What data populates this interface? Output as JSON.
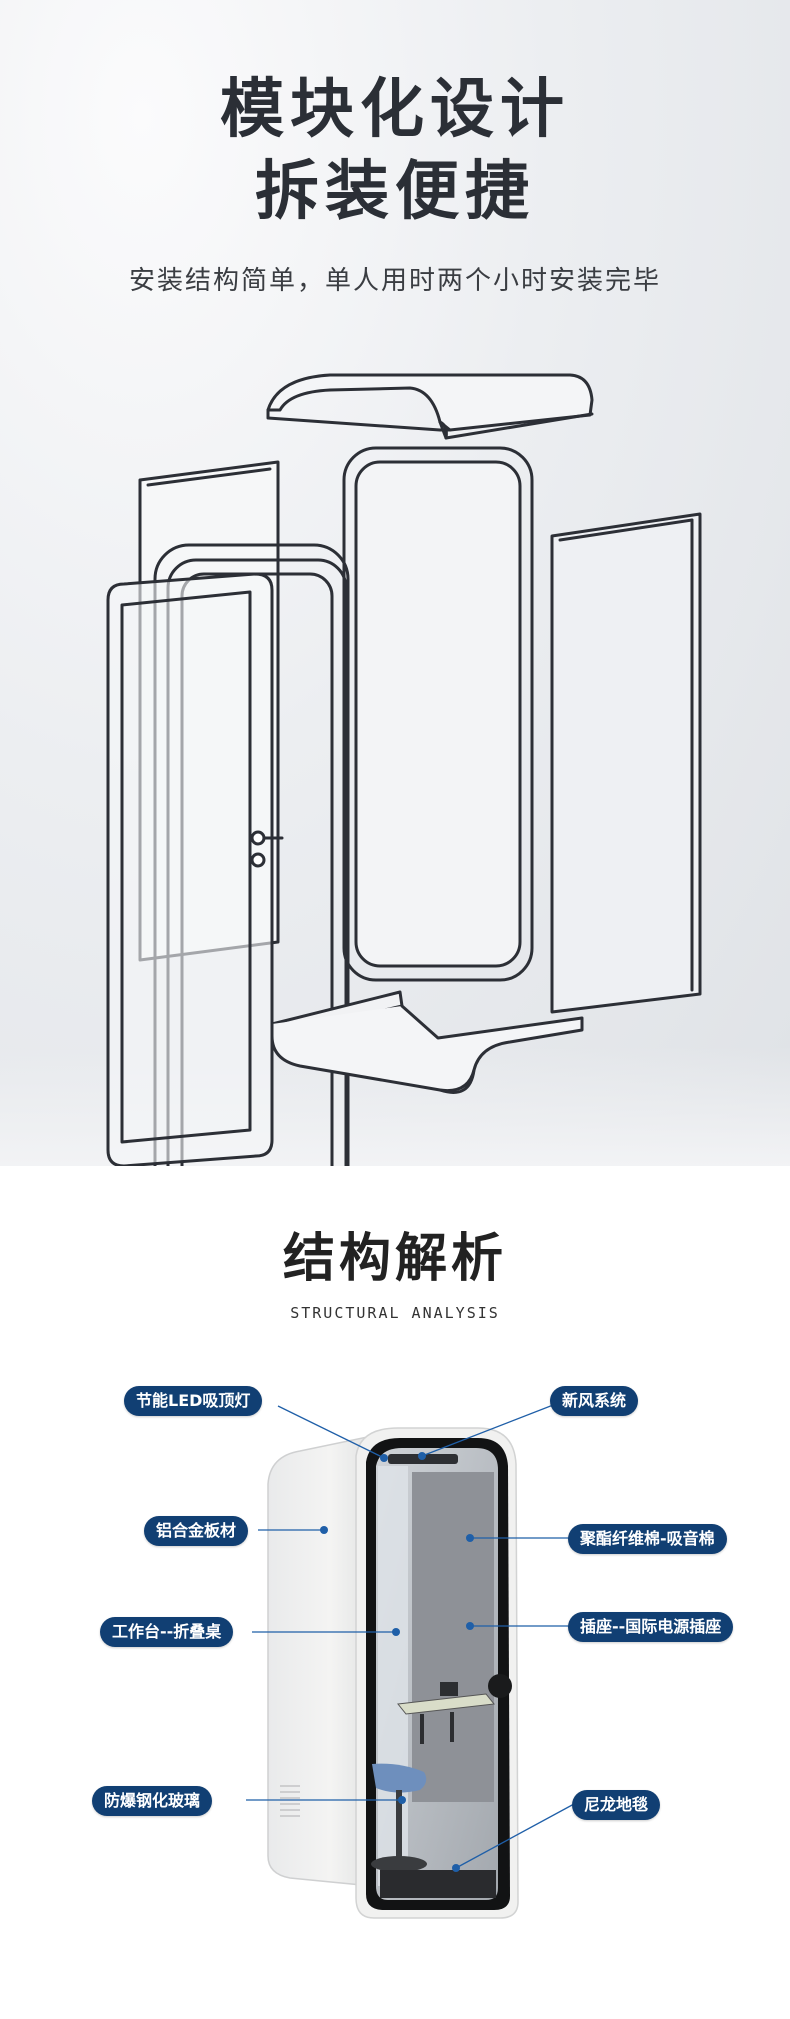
{
  "hero": {
    "title_line1": "模块化设计",
    "title_line2": "拆装便捷",
    "subtitle": "安装结构简单，单人用时两个小时安装完毕"
  },
  "structure": {
    "title": "结构解析",
    "subtitle": "STRUCTURAL ANALYSIS",
    "labels": {
      "led": "节能LED吸顶灯",
      "fresh_air": "新风系统",
      "aluminum": "铝合金板材",
      "acoustic": "聚酯纤维棉-吸音棉",
      "workbench": "工作台--折叠桌",
      "socket": "插座--国际电源插座",
      "glass": "防爆钢化玻璃",
      "carpet": "尼龙地毯"
    }
  },
  "colors": {
    "label_bg": "#113f73",
    "line_color": "#2c2f36",
    "leader_color": "#1f5fa8"
  }
}
